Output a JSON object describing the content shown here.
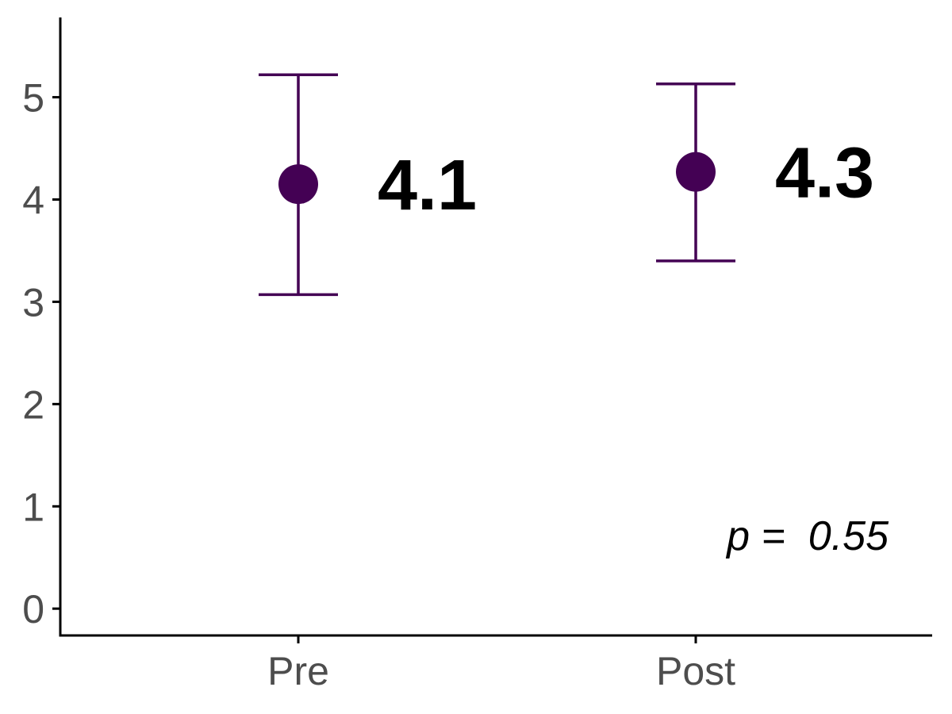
{
  "chart_data": {
    "type": "scatter",
    "title": "",
    "xlabel": "",
    "ylabel": "",
    "categories": [
      "Pre",
      "Post"
    ],
    "series": [
      {
        "values": [
          4.15,
          4.27
        ],
        "lower": [
          3.07,
          3.4
        ],
        "upper": [
          5.22,
          5.13
        ],
        "labels": [
          "4.1",
          "4.3"
        ]
      }
    ],
    "ylim": [
      -0.27,
      5.78
    ],
    "yticks": [
      "0",
      "1",
      "2",
      "3",
      "4",
      "5"
    ],
    "grid": false,
    "legend": "none",
    "colors": {
      "point": "#440154",
      "axis": "#000000",
      "tick_text": "#4d4d4d",
      "value_text": "#000000"
    },
    "annotation": {
      "p_symbol": "p",
      "p_rest": " =  0.55"
    }
  }
}
